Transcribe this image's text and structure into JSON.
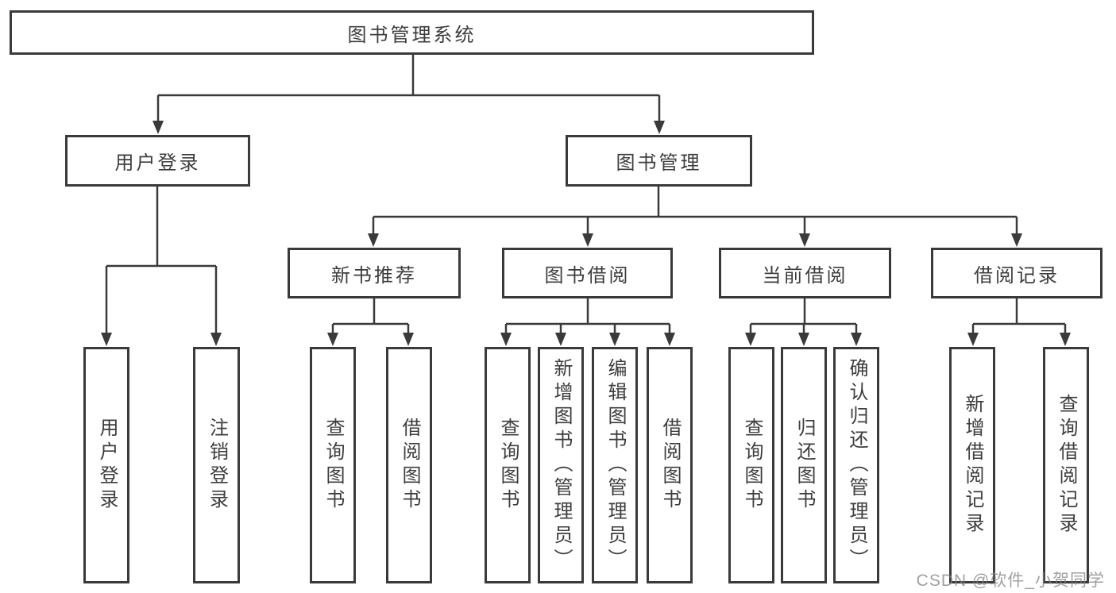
{
  "colors": {
    "line": "#3a3a3a",
    "text": "#3d3d3d",
    "background": "#ffffff",
    "watermark": "#9e9e9e"
  },
  "tree": {
    "root": "图书管理系统",
    "user_login": {
      "label": "用户登录",
      "children": {
        "login": "用户登录",
        "logout": "注销登录"
      }
    },
    "book_mgmt": {
      "label": "图书管理",
      "children": {
        "new_book_rec": {
          "label": "新书推荐",
          "children": {
            "query": "查询图书",
            "borrow": "借阅图书"
          }
        },
        "book_borrow": {
          "label": "图书借阅",
          "children": {
            "query": "查询图书",
            "add": "新增图书（管理员）",
            "edit": "编辑图书（管理员）",
            "borrow": "借阅图书"
          }
        },
        "current_borrow": {
          "label": "当前借阅",
          "children": {
            "query": "查询图书",
            "return": "归还图书",
            "confirm_return": "确认归还（管理员）"
          }
        },
        "borrow_record": {
          "label": "借阅记录",
          "children": {
            "add": "新增借阅记录",
            "query": "查询借阅记录"
          }
        }
      }
    }
  },
  "watermark": "CSDN @软件_小贺同学"
}
